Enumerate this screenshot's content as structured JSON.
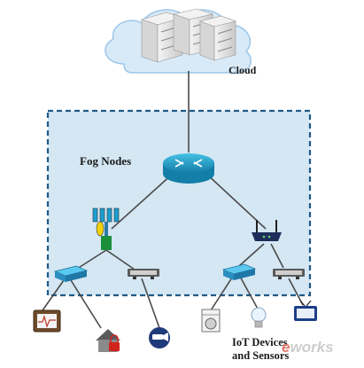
{
  "labels": {
    "cloud": "Cloud",
    "fog_nodes": "Fog Nodes",
    "iot_line1": "IoT Devices",
    "iot_line2": "and Sensors"
  },
  "watermark": {
    "prefix": "e",
    "text": "works"
  },
  "colors": {
    "cloud_fill": "#d8eaf8",
    "cloud_stroke": "#9cc6e8",
    "fog_area": "#d4e7f3",
    "fog_border": "#1f5a87",
    "router": "#1f9fc8",
    "link": "#4a4a4a",
    "server": "#e6e6e6"
  },
  "icons": [
    "server-icon",
    "router-icon",
    "cell-tower-icon",
    "wireless-router-icon",
    "switch-icon",
    "gateway-icon",
    "monitor-icon",
    "home-lock-icon",
    "camera-icon",
    "washing-machine-icon",
    "light-bulb-icon",
    "tv-icon"
  ]
}
